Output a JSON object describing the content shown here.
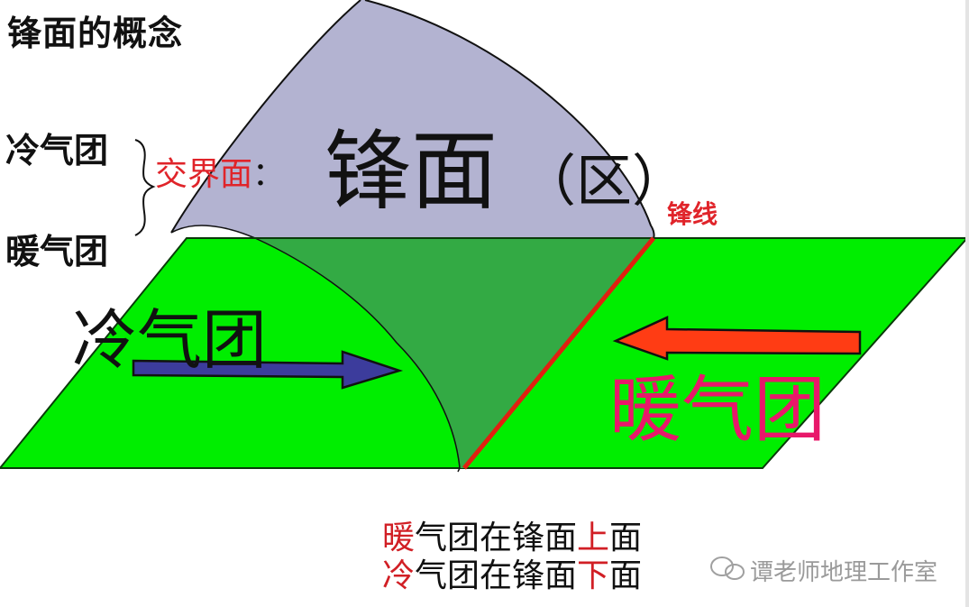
{
  "title": "锋面的概念",
  "left_labels": {
    "cold_mass": "冷气团",
    "warm_mass": "暖气团",
    "brace": "}"
  },
  "interface": {
    "label": "交界面",
    "colon": "：",
    "front_term": "锋面",
    "front_paren": "（区）"
  },
  "front_line_label": "锋线",
  "air_masses": {
    "cold": {
      "label": "冷气团",
      "arrow_direction": "right",
      "arrow_color": "#3c3c9c"
    },
    "warm": {
      "label": "暖气团",
      "arrow_direction": "left",
      "arrow_color": "#ff3c14"
    }
  },
  "summary": [
    {
      "highlight_start": "暖",
      "middle": "气团在锋面",
      "highlight_pos": "上",
      "end": "面"
    },
    {
      "highlight_start": "冷",
      "middle": "气团在锋面",
      "highlight_pos": "下",
      "end": "面"
    }
  ],
  "watermark": {
    "icon": "wechat-icon",
    "text": "谭老师地理工作室"
  },
  "colors": {
    "ground": "#00ee00",
    "ground_under_front": "#33aa44",
    "front_surface": "#b3b3d1",
    "front_line": "#e02010",
    "accent_red": "#e0242a",
    "warm_text": "#e8186a"
  }
}
